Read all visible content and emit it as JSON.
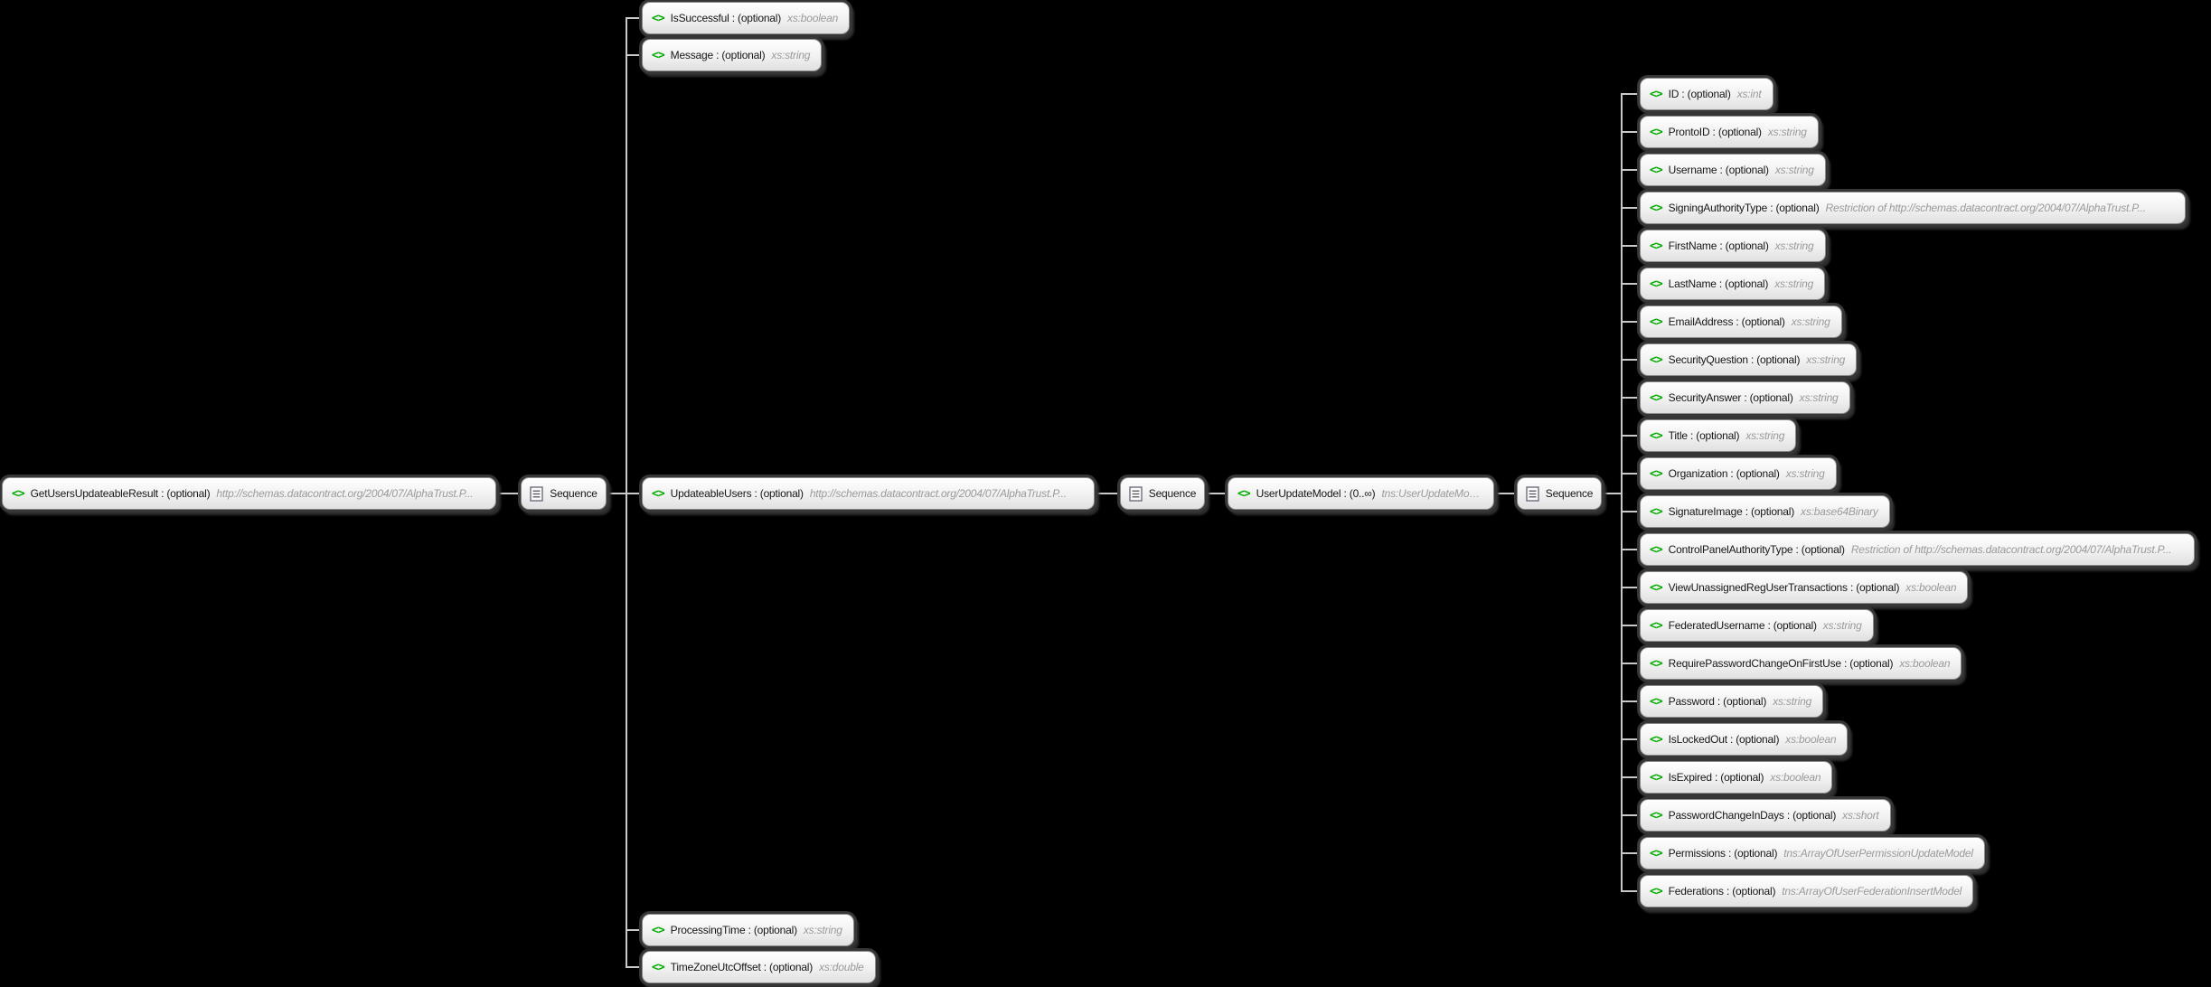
{
  "icons": {
    "element": "<>"
  },
  "colors": {
    "background": "#000000",
    "element_icon": "#00AC00",
    "connector": "#c9c9c9",
    "node_border": "#8a8a8a"
  },
  "sequence_label": "Sequence",
  "root": {
    "label": "GetUsersUpdateableResult : (optional)",
    "type": "http://schemas.datacontract.org/2004/07/AlphaTrust.P..."
  },
  "top_children": [
    {
      "label": "IsSuccessful : (optional)",
      "type": "xs:boolean"
    },
    {
      "label": "Message : (optional)",
      "type": "xs:string"
    }
  ],
  "updateable_users": {
    "label": "UpdateableUsers : (optional)",
    "type": "http://schemas.datacontract.org/2004/07/AlphaTrust.P..."
  },
  "user_update_model": {
    "label": "UserUpdateModel : (0..∞)",
    "type": "tns:UserUpdateModel"
  },
  "bottom_children": [
    {
      "label": "ProcessingTime : (optional)",
      "type": "xs:string"
    },
    {
      "label": "TimeZoneUtcOffset : (optional)",
      "type": "xs:double"
    }
  ],
  "fields": [
    {
      "label": "ID : (optional)",
      "type": "xs:int"
    },
    {
      "label": "ProntoID : (optional)",
      "type": "xs:string"
    },
    {
      "label": "Username : (optional)",
      "type": "xs:string"
    },
    {
      "label": "SigningAuthorityType : (optional)",
      "type": "Restriction of http://schemas.datacontract.org/2004/07/AlphaTrust.P..."
    },
    {
      "label": "FirstName : (optional)",
      "type": "xs:string"
    },
    {
      "label": "LastName : (optional)",
      "type": "xs:string"
    },
    {
      "label": "EmailAddress : (optional)",
      "type": "xs:string"
    },
    {
      "label": "SecurityQuestion : (optional)",
      "type": "xs:string"
    },
    {
      "label": "SecurityAnswer : (optional)",
      "type": "xs:string"
    },
    {
      "label": "Title : (optional)",
      "type": "xs:string"
    },
    {
      "label": "Organization : (optional)",
      "type": "xs:string"
    },
    {
      "label": "SignatureImage : (optional)",
      "type": "xs:base64Binary"
    },
    {
      "label": "ControlPanelAuthorityType : (optional)",
      "type": "Restriction of http://schemas.datacontract.org/2004/07/AlphaTrust.P..."
    },
    {
      "label": "ViewUnassignedRegUserTransactions : (optional)",
      "type": "xs:boolean"
    },
    {
      "label": "FederatedUsername : (optional)",
      "type": "xs:string"
    },
    {
      "label": "RequirePasswordChangeOnFirstUse : (optional)",
      "type": "xs:boolean"
    },
    {
      "label": "Password : (optional)",
      "type": "xs:string"
    },
    {
      "label": "IsLockedOut : (optional)",
      "type": "xs:boolean"
    },
    {
      "label": "IsExpired : (optional)",
      "type": "xs:boolean"
    },
    {
      "label": "PasswordChangeInDays : (optional)",
      "type": "xs:short"
    },
    {
      "label": "Permissions : (optional)",
      "type": "tns:ArrayOfUserPermissionUpdateModel"
    },
    {
      "label": "Federations : (optional)",
      "type": "tns:ArrayOfUserFederationInsertModel"
    }
  ]
}
